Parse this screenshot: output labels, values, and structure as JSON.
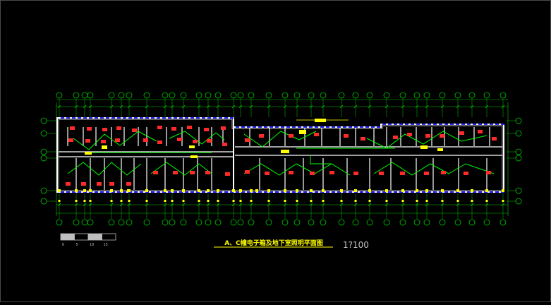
{
  "drawing": {
    "title": "A、C幢电子箱及地下室照明平面图",
    "scale_label": "1?100",
    "colors": {
      "background": "#000000",
      "wall": "#ffffff",
      "grid": "#00c800",
      "wiring": "#00ff00",
      "fixture": "#ff2a2a",
      "equipment": "#ffff00",
      "window": "#2a2aff",
      "title": "#ffff00",
      "scale": "#c0c0c0"
    },
    "scale_bar": {
      "labels": [
        "0",
        "5",
        "10",
        "15"
      ]
    }
  }
}
